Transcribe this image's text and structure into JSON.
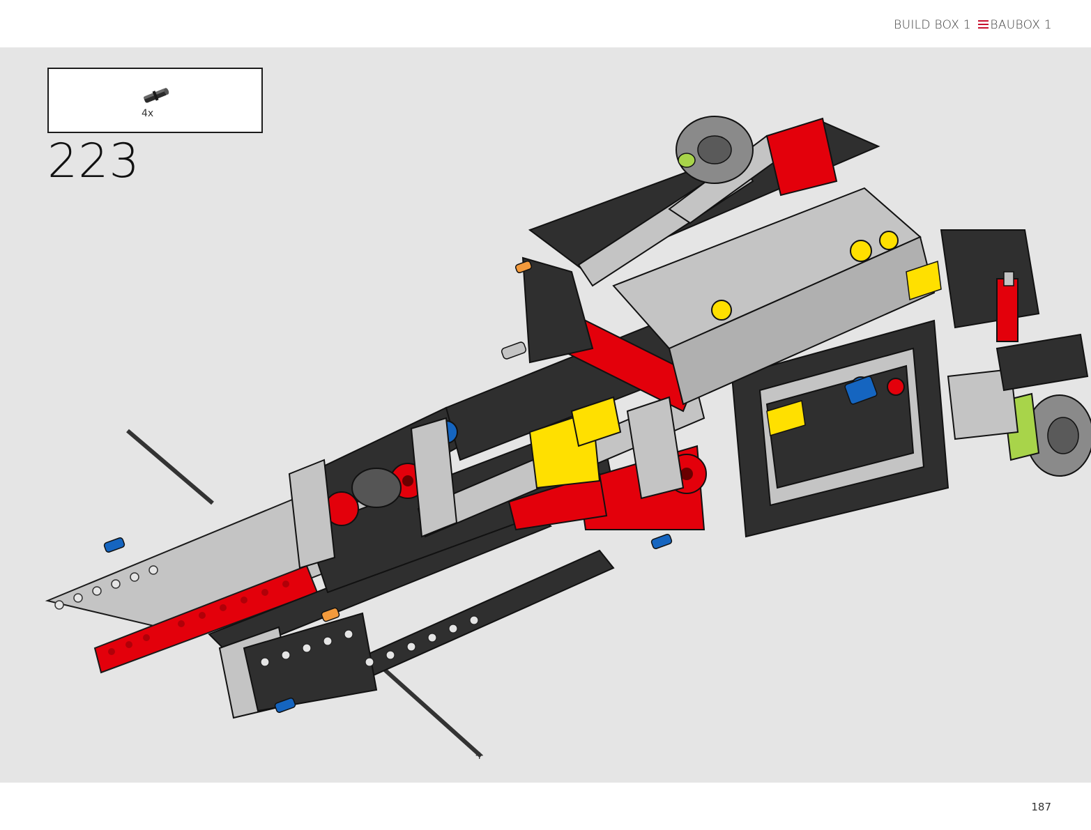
{
  "header": {
    "left_label": "BUILD BOX 1",
    "right_label": "BAUBOX 1",
    "accent_color": "#c8102e",
    "separator_icon": "hamburger-lines-icon"
  },
  "step": {
    "number": "223",
    "parts": [
      {
        "quantity": "4x",
        "icon": "technic-pin-icon",
        "color": "#2b2b2b"
      }
    ]
  },
  "illustration": {
    "icon": "technic-car-chassis-model",
    "colors": {
      "dark_gray": "#2f2f2f",
      "light_gray": "#bfbfbf",
      "red": "#e3000b",
      "yellow": "#ffe000",
      "blue": "#1565c0",
      "orange": "#f39a3c",
      "lime": "#a8d44a"
    }
  },
  "page_number": "187"
}
